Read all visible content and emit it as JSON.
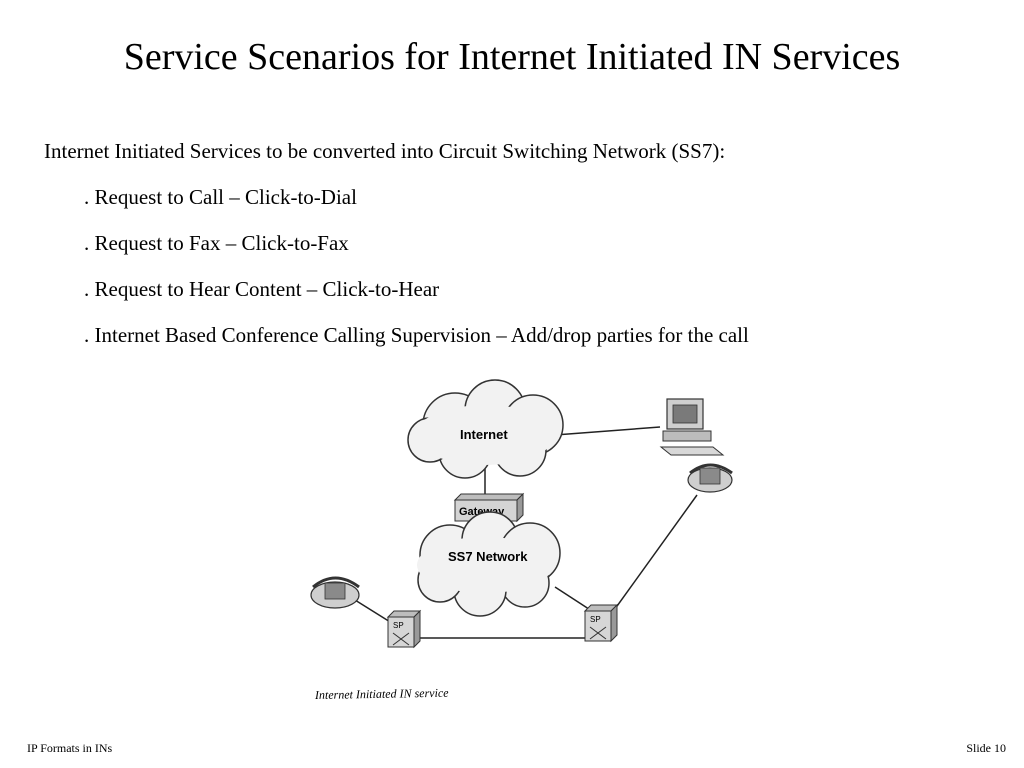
{
  "slide": {
    "title": "Service Scenarios for Internet Initiated IN Services",
    "intro": "Internet Initiated Services to be converted into Circuit Switching Network (SS7):",
    "bullets": [
      ". Request to Call – Click-to-Dial",
      ". Request to Fax – Click-to-Fax",
      ". Request to Hear Content – Click-to-Hear",
      ". Internet Based Conference Calling Supervision – Add/drop parties for the call"
    ]
  },
  "diagram": {
    "internet_label": "Internet",
    "gateway_label": "Gateway",
    "ss7_label": "SS7 Network",
    "sp_left_label": "SP",
    "sp_right_label": "SP",
    "caption": "Internet Initiated IN service"
  },
  "footer": {
    "left": "IP Formats in INs",
    "right": "Slide 10"
  }
}
